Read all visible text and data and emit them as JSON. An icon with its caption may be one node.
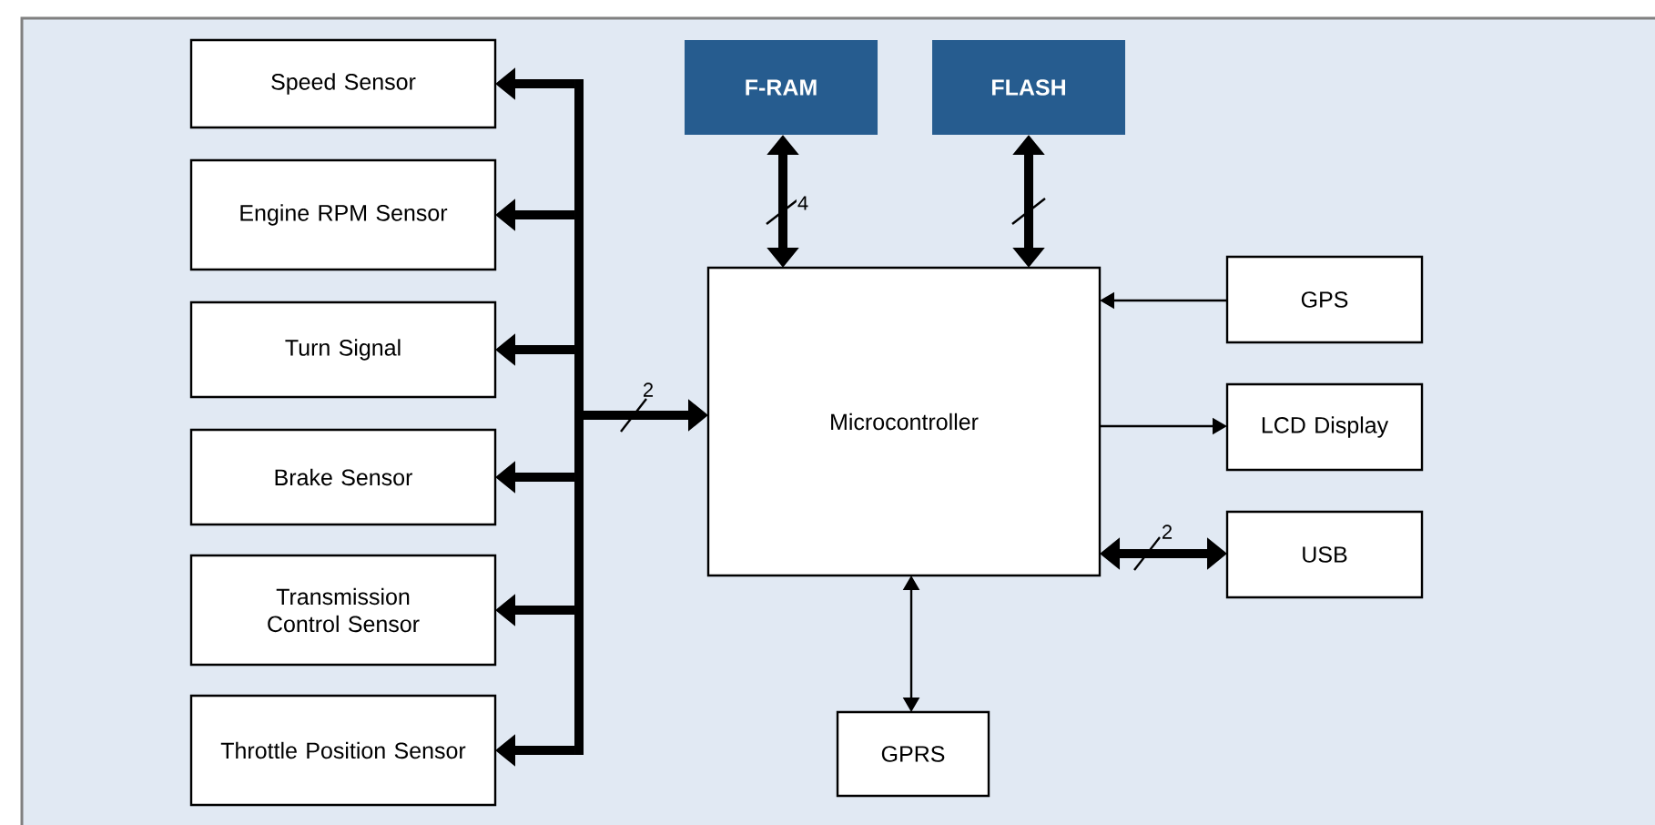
{
  "diagram": {
    "nodes": [
      {
        "text": [
          "Speed Sensor"
        ]
      },
      {
        "text": [
          "Engine RPM Sensor"
        ]
      },
      {
        "text": [
          "Turn Signal"
        ]
      },
      {
        "text": [
          "Brake Sensor"
        ]
      },
      {
        "text": [
          "Transmission Control Sensor"
        ]
      },
      {
        "text": [
          "Throttle Position Sensor"
        ]
      },
      {
        "text": [
          "F-RAM"
        ]
      },
      {
        "text": [
          "FLASH"
        ]
      },
      {
        "text": [
          "Microcontroller"
        ]
      },
      {
        "text": [
          "GPS"
        ]
      },
      {
        "text": [
          "LCD Display"
        ]
      },
      {
        "text": [
          "USB"
        ]
      },
      {
        "text": [
          "GPRS"
        ]
      }
    ],
    "edges": [
      {
        "from": 8,
        "to": 0,
        "arrow": "both",
        "label": "2"
      },
      {
        "from": 8,
        "to": 1,
        "arrow": "both"
      },
      {
        "from": 8,
        "to": 2,
        "arrow": "both"
      },
      {
        "from": 8,
        "to": 3,
        "arrow": "both"
      },
      {
        "from": 8,
        "to": 4,
        "arrow": "both"
      },
      {
        "from": 8,
        "to": 5,
        "arrow": "both"
      },
      {
        "from": 6,
        "to": 8,
        "arrow": "both",
        "label": "4"
      },
      {
        "from": 7,
        "to": 8,
        "arrow": "both"
      },
      {
        "from": 9,
        "to": 8,
        "arrow": "to"
      },
      {
        "from": 8,
        "to": 10,
        "arrow": "to"
      },
      {
        "from": 8,
        "to": 11,
        "arrow": "both",
        "label": "2"
      },
      {
        "from": 8,
        "to": 12,
        "arrow": "both"
      }
    ]
  }
}
